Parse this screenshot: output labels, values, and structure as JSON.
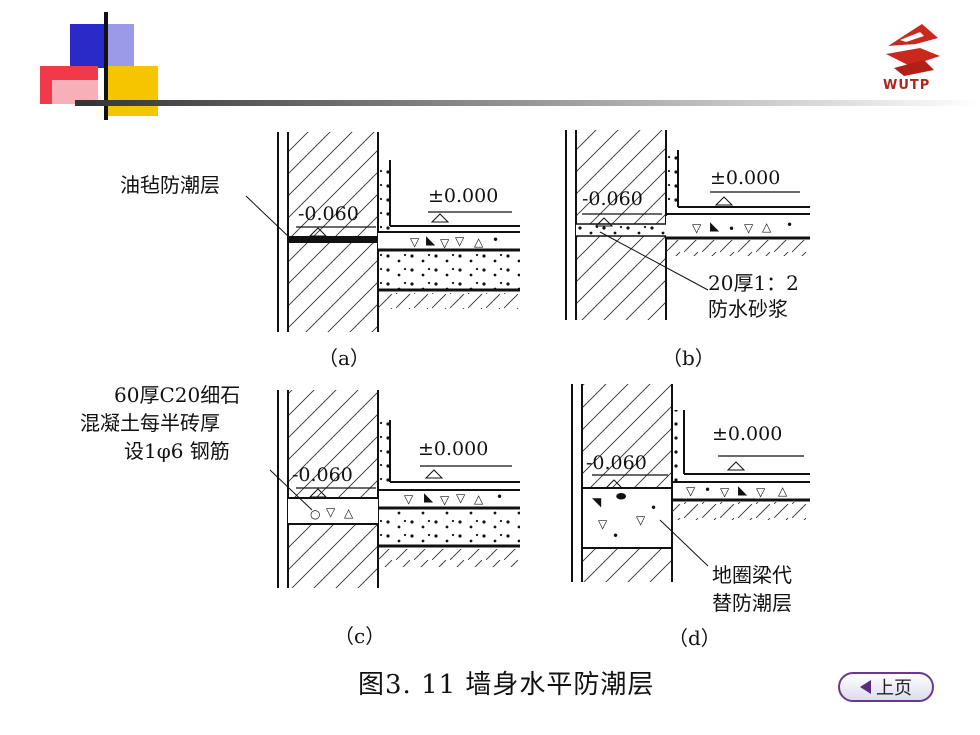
{
  "logo": {
    "text": "WUTP"
  },
  "panels": {
    "a": {
      "caption": "（a）",
      "level_top": "±0.000",
      "level_low": "-0.060"
    },
    "b": {
      "caption": "（b）",
      "level_top": "±0.000",
      "level_low": "-0.060"
    },
    "c": {
      "caption": "（c）",
      "level_top": "±0.000",
      "level_low": "-0.060"
    },
    "d": {
      "caption": "（d）",
      "level_top": "±0.000",
      "level_low": "-0.060"
    }
  },
  "notes": {
    "a": "油毡防潮层",
    "b_line1": "20厚1：2",
    "b_line2": "防水砂浆",
    "c_line1": "60厚C20细石",
    "c_line2": "混凝土每半砖厚",
    "c_line3": "设1φ6 钢筋",
    "d_line1": "地圈梁代",
    "d_line2": "替防潮层"
  },
  "figure_caption": "图3. 11  墙身水平防潮层",
  "nav": {
    "prev_label": "上页"
  }
}
